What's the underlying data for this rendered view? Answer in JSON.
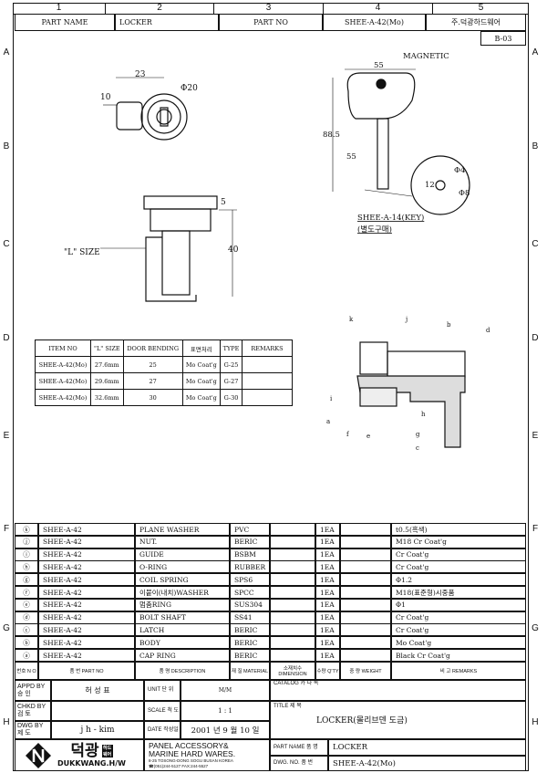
{
  "grid": {
    "columns": [
      "1",
      "2",
      "3",
      "4",
      "5"
    ],
    "rows": [
      "A",
      "B",
      "C",
      "D",
      "E",
      "F",
      "G",
      "H"
    ]
  },
  "header": {
    "part_name_label": "PART NAME",
    "part_name": "LOCKER",
    "part_no_label": "PART NO",
    "part_no": "SHEE-A-42(Mo)",
    "company": "주.덕광하드웨어",
    "sheet": "B-03"
  },
  "drawing": {
    "front": {
      "d23": "23",
      "d10": "10",
      "phi20": "Φ20",
      "d5": "5",
      "d40": "40",
      "l_size": "\"L\" SIZE"
    },
    "key": {
      "magnetic": "MAGNETIC",
      "w55": "55",
      "h885": "88.5",
      "h55": "55",
      "d12": "12",
      "phi4": "Φ4",
      "phi8": "Φ8",
      "code": "SHEE-A-14(KEY)",
      "note": "(별도구매)"
    },
    "section_labels": [
      "k",
      "j",
      "b",
      "d",
      "i",
      "a",
      "f",
      "e",
      "h",
      "g",
      "c"
    ]
  },
  "size_table": {
    "headers": [
      "ITEM NO",
      "\"L\" SIZE",
      "DOOR BENDING",
      "표면처리",
      "TYPE",
      "REMARKS"
    ],
    "rows": [
      [
        "SHEE-A-42(Mo)",
        "27.6mm",
        "25",
        "Mo Coat'g",
        "G-25",
        ""
      ],
      [
        "SHEE-A-42(Mo)",
        "29.6mm",
        "27",
        "Mo Coat'g",
        "G-27",
        ""
      ],
      [
        "SHEE-A-42(Mo)",
        "32.6mm",
        "30",
        "Mo Coat'g",
        "G-30",
        ""
      ]
    ]
  },
  "parts": [
    {
      "no": "ⓚ",
      "part": "SHEE-A-42",
      "desc": "PLANE WASHER",
      "mat": "PVC",
      "qty": "1EA",
      "rem": "t0.5(흑색)"
    },
    {
      "no": "ⓙ",
      "part": "SHEE-A-42",
      "desc": "NUT.",
      "mat": "BERIC",
      "qty": "1EA",
      "rem": "M18 Cr Coat'g"
    },
    {
      "no": "ⓘ",
      "part": "SHEE-A-42",
      "desc": "GUIDE",
      "mat": "BSBM",
      "qty": "1EA",
      "rem": "Cr Coat'g"
    },
    {
      "no": "ⓗ",
      "part": "SHEE-A-42",
      "desc": "O-RING",
      "mat": "RUBBER",
      "qty": "1EA",
      "rem": "Cr Coat'g"
    },
    {
      "no": "ⓖ",
      "part": "SHEE-A-42",
      "desc": "COIL SPRING",
      "mat": "SPS6",
      "qty": "1EA",
      "rem": "Φ1.2"
    },
    {
      "no": "ⓕ",
      "part": "SHEE-A-42",
      "desc": "이붙이(내치)WASHER",
      "mat": "SPCC",
      "qty": "1EA",
      "rem": "M18(표준형)시중품"
    },
    {
      "no": "ⓔ",
      "part": "SHEE-A-42",
      "desc": "멈춤RING",
      "mat": "SUS304",
      "qty": "1EA",
      "rem": "Φ1"
    },
    {
      "no": "ⓓ",
      "part": "SHEE-A-42",
      "desc": "BOLT SHAFT",
      "mat": "SS41",
      "qty": "1EA",
      "rem": "Cr Coat'g"
    },
    {
      "no": "ⓒ",
      "part": "SHEE-A-42",
      "desc": "LATCH",
      "mat": "BERIC",
      "qty": "1EA",
      "rem": "Cr Coat'g"
    },
    {
      "no": "ⓑ",
      "part": "SHEE-A-42",
      "desc": "BODY",
      "mat": "BERIC",
      "qty": "1EA",
      "rem": "Mo Coat'g"
    },
    {
      "no": "ⓐ",
      "part": "SHEE-A-42",
      "desc": "CAP  RING",
      "mat": "BERIC",
      "qty": "1EA",
      "rem": "Black Cr Coat'g"
    }
  ],
  "parts_header": {
    "no": "번호 N O",
    "part": "품 번 PART NO",
    "desc": "품 명 DESCRIPTION",
    "mat": "재 질 MATERIAL",
    "dim": "소재치수 DIMENSION",
    "qty": "수량 Q'TY",
    "weight": "중 량 WEIGHT",
    "rem": "비 고 REMARKS"
  },
  "title_block": {
    "appd_label": "APPD BY 승 인",
    "appd": "허 성 표",
    "unit_label": "UNIT 단 위",
    "unit": "M/M",
    "catalog_label": "CATALOG 카 다 록",
    "chkd_label": "CHKD BY 검 토",
    "scale_label": "SCALE 척 도",
    "scale": "1 : 1",
    "title_label": "TITLE 제 목",
    "dwg_label": "DWG BY 제 도",
    "dwg": "j h - kim",
    "date_label": "DATE 작성일",
    "date": "2001 년 9 월 10 일",
    "title": "LOCKER(몰리브덴 도금)",
    "logo_kr": "덕광",
    "logo_sub": "하드 웨어",
    "logo_en": "DUKKWANG.H/W",
    "company_line1": "PANEL ACCESSORY&",
    "company_line2": "MARINE HARD WARES.",
    "address": "8-25 TOSONG-DONG SOGU BUSAN KOREA",
    "phone": "☎(051)244-5127 FAX:244-5527",
    "pn_label": "PART NAME 품 명",
    "pn": "LOCKER",
    "dwgno_label": "DWG. NO. 품 번",
    "dwgno": "SHEE-A-42(Mo)"
  }
}
